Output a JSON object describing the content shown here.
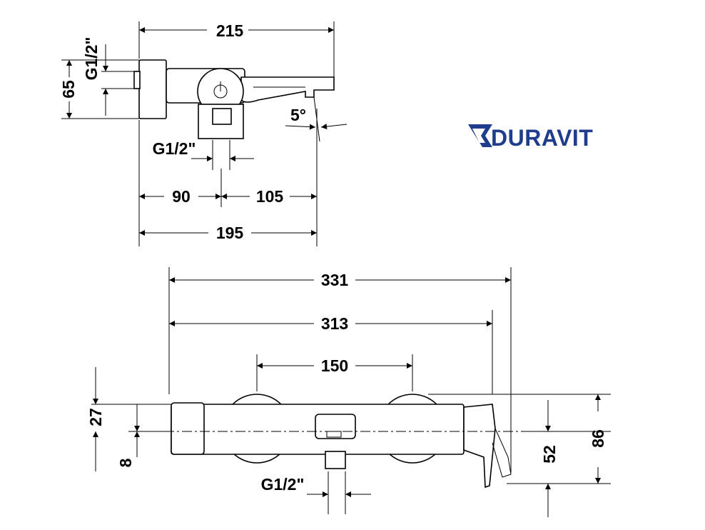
{
  "brand": {
    "name": "DURAVIT",
    "color": "#1f3d8c"
  },
  "side_view": {
    "dim_total_length": "215",
    "dim_thread_top": "G1/2\"",
    "dim_height": "65",
    "dim_thread_bottom": "G1/2\"",
    "dim_angle": "5°",
    "dim_left_offset": "90",
    "dim_right_offset": "105",
    "dim_projection": "195"
  },
  "front_view": {
    "dim_overall_width": "331",
    "dim_body_width": "313",
    "dim_center_distance": "150",
    "dim_top_offset": "27",
    "dim_bottom_offset": "8",
    "dim_thread": "G1/2\"",
    "dim_spout_height": "52",
    "dim_total_height": "86"
  }
}
